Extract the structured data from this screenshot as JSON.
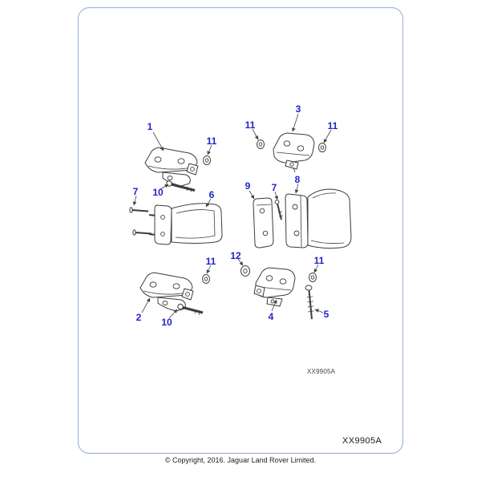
{
  "labels": {
    "drawing_code_small": "XX9905A",
    "drawing_code": "XX9905A",
    "copyright": "© Copyright, 2016. Jaguar Land Rover Limited."
  },
  "colors": {
    "callout": "#2222cc",
    "frame": "#a3b8d8",
    "line": "#3c3c3c"
  },
  "callouts": [
    {
      "label": "1"
    },
    {
      "label": "11"
    },
    {
      "label": "10"
    },
    {
      "label": "7"
    },
    {
      "label": "6"
    },
    {
      "label": "3"
    },
    {
      "label": "11"
    },
    {
      "label": "11"
    },
    {
      "label": "9"
    },
    {
      "label": "7"
    },
    {
      "label": "8"
    },
    {
      "label": "2"
    },
    {
      "label": "10"
    },
    {
      "label": "11"
    },
    {
      "label": "12"
    },
    {
      "label": "4"
    },
    {
      "label": "11"
    },
    {
      "label": "5"
    }
  ]
}
